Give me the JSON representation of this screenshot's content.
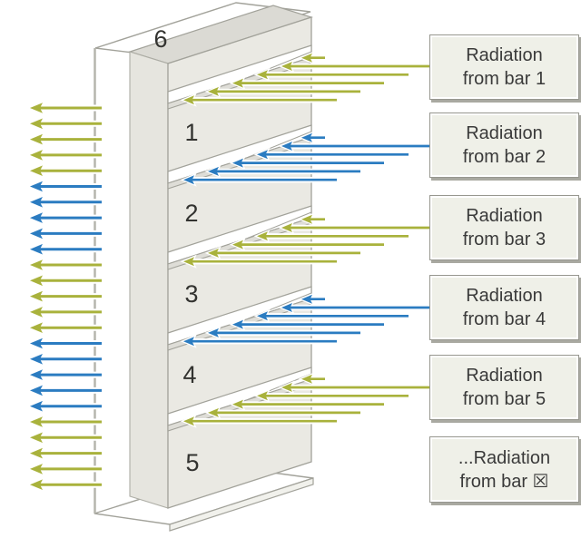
{
  "title": "Radiation from bars diagram",
  "colors": {
    "green": "#a9b23c",
    "blue": "#2b7cc1",
    "face": "#eae9e3",
    "side_face": "#e6e5df",
    "top_face": "#dbdad4",
    "sill": "#deddd7",
    "edge": "#a2a29a",
    "wire": "#b3b3ab",
    "white": "#ffffff",
    "text_dark": "#3a3a3a",
    "box_bg": "#eff0e8"
  },
  "structure": {
    "bars": [
      {
        "label": "6"
      },
      {
        "label": "1"
      },
      {
        "label": "2"
      },
      {
        "label": "3"
      },
      {
        "label": "4"
      },
      {
        "label": "5"
      }
    ]
  },
  "left_arrows": {
    "groups": [
      {
        "color": "green",
        "count": 5
      },
      {
        "color": "blue",
        "count": 5
      },
      {
        "color": "green",
        "count": 5
      },
      {
        "color": "blue",
        "count": 5
      },
      {
        "color": "green",
        "count": 5
      }
    ]
  },
  "bundles": [
    {
      "color": "green",
      "label_index": 0
    },
    {
      "color": "blue",
      "label_index": 1
    },
    {
      "color": "green",
      "label_index": 2
    },
    {
      "color": "blue",
      "label_index": 3
    },
    {
      "color": "green",
      "label_index": 4
    }
  ],
  "labels": [
    {
      "line1": "Radiation",
      "line2": "from bar 1"
    },
    {
      "line1": "Radiation",
      "line2": "from bar 2"
    },
    {
      "line1": "Radiation",
      "line2": "from bar 3"
    },
    {
      "line1": "Radiation",
      "line2": "from bar 4"
    },
    {
      "line1": "Radiation",
      "line2": "from bar 5"
    },
    {
      "line1": "...Radiation",
      "line2": "from bar ☒"
    }
  ]
}
